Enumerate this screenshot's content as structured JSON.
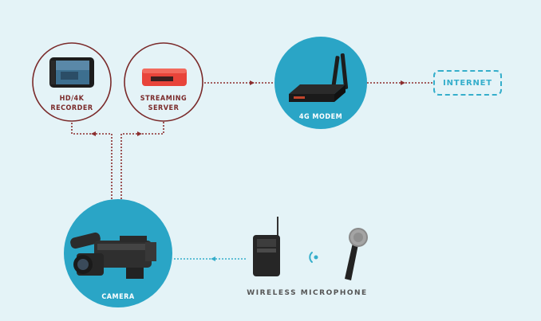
{
  "nodes": {
    "recorder": {
      "line1": "HD/4K",
      "line2": "RECORDER"
    },
    "streaming_server": {
      "line1": "STREAMING",
      "line2": "SERVER"
    },
    "modem": {
      "label": "4G MODEM"
    },
    "internet": {
      "label": "INTERNET"
    },
    "camera": {
      "label": "CAMERA"
    },
    "wireless_microphone": {
      "label": "WIRELESS MICROPHONE"
    }
  },
  "colors": {
    "background": "#e4f3f7",
    "circle_outline": "#7a2a2a",
    "circle_fill_teal": "#2aa5c6",
    "connector_red": "#8b2d2d",
    "connector_blue": "#35aecb"
  }
}
